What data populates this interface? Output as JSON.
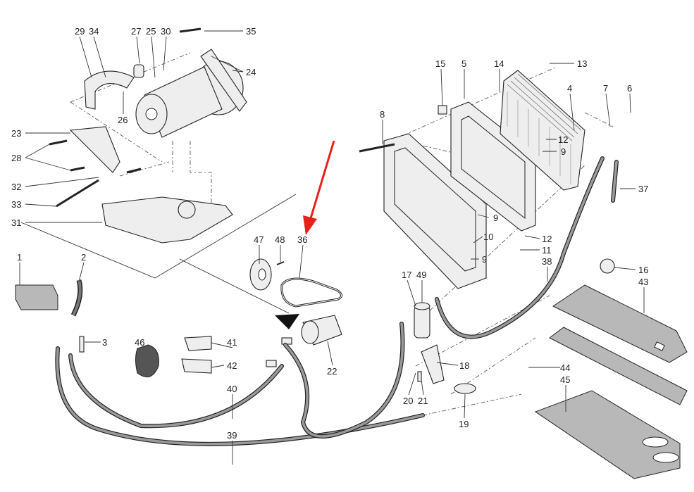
{
  "diagram": {
    "callouts": [
      "29",
      "34",
      "27",
      "25",
      "30",
      "35",
      "24",
      "26",
      "23",
      "28",
      "32",
      "33",
      "31",
      "1",
      "2",
      "3",
      "46",
      "41",
      "42",
      "40",
      "39",
      "47",
      "48",
      "36",
      "22",
      "17",
      "49",
      "18",
      "20",
      "21",
      "19",
      "15",
      "5",
      "14",
      "13",
      "4",
      "7",
      "6",
      "8",
      "12",
      "9",
      "9",
      "10",
      "9",
      "12",
      "11",
      "38",
      "37",
      "16",
      "43",
      "44",
      "45"
    ],
    "highlighted_callout": "36",
    "colors": {
      "highlight_arrow": "#e8201a",
      "line": "#222222",
      "plate": "#b8b8b8"
    }
  }
}
